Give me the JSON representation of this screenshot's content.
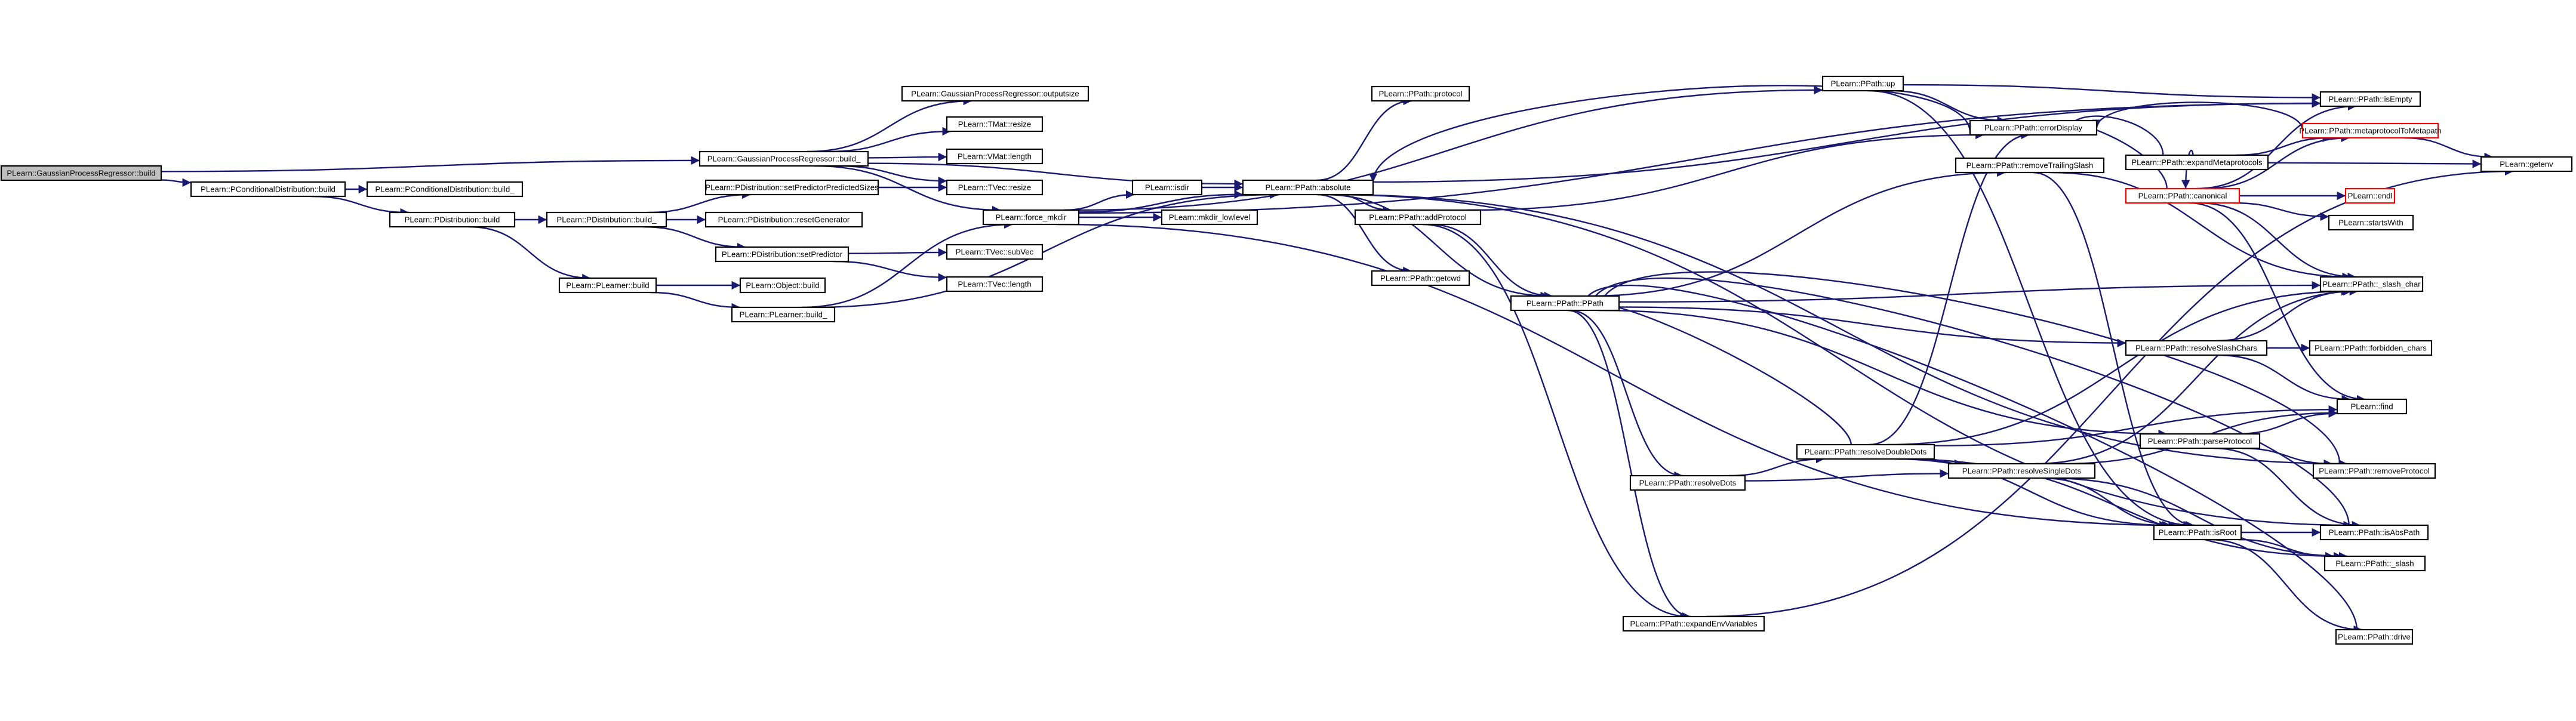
{
  "diagram": {
    "nodes": [
      {
        "id": "n0",
        "label": "PLearn::GaussianProcessRegressor::build",
        "root": true
      },
      {
        "id": "n1",
        "label": "PLearn::GaussianProcessRegressor::build_"
      },
      {
        "id": "n2",
        "label": "PLearn::PConditionalDistribution::build"
      },
      {
        "id": "n3",
        "label": "PLearn::PConditionalDistribution::build_"
      },
      {
        "id": "n4",
        "label": "PLearn::PDistribution::build"
      },
      {
        "id": "n5",
        "label": "PLearn::PDistribution::build_"
      },
      {
        "id": "n6",
        "label": "PLearn::PLearner::build"
      },
      {
        "id": "n7",
        "label": "PLearn::Object::build"
      },
      {
        "id": "n8",
        "label": "PLearn::PLearner::build_"
      },
      {
        "id": "n9",
        "label": "PLearn::GaussianProcessRegressor::outputsize"
      },
      {
        "id": "n10",
        "label": "PLearn::TMat::resize"
      },
      {
        "id": "n11",
        "label": "PLearn::VMat::length"
      },
      {
        "id": "n12",
        "label": "PLearn::TVec::resize"
      },
      {
        "id": "n13",
        "label": "PLearn::PDistribution::setPredictorPredictedSizes"
      },
      {
        "id": "n14",
        "label": "PLearn::PDistribution::resetGenerator"
      },
      {
        "id": "n15",
        "label": "PLearn::PDistribution::setPredictor"
      },
      {
        "id": "n16",
        "label": "PLearn::force_mkdir"
      },
      {
        "id": "n17",
        "label": "PLearn::TVec::subVec"
      },
      {
        "id": "n18",
        "label": "PLearn::TVec::length"
      },
      {
        "id": "n19",
        "label": "PLearn::isdir"
      },
      {
        "id": "n20",
        "label": "PLearn::mkdir_lowlevel"
      },
      {
        "id": "n21",
        "label": "PLearn::PPath::absolute"
      },
      {
        "id": "n22",
        "label": "PLearn::PPath::protocol"
      },
      {
        "id": "n23",
        "label": "PLearn::PPath::addProtocol"
      },
      {
        "id": "n24",
        "label": "PLearn::PPath::getcwd"
      },
      {
        "id": "n25",
        "label": "PLearn::PPath::PPath"
      },
      {
        "id": "n26",
        "label": "PLearn::PPath::resolveDots"
      },
      {
        "id": "n27",
        "label": "PLearn::PPath::resolveDoubleDots"
      },
      {
        "id": "n28",
        "label": "PLearn::PPath::expandEnvVariables"
      },
      {
        "id": "n29",
        "label": "PLearn::PPath::up"
      },
      {
        "id": "n30",
        "label": "PLearn::PPath::errorDisplay"
      },
      {
        "id": "n31",
        "label": "PLearn::PPath::removeTrailingSlash"
      },
      {
        "id": "n32",
        "label": "PLearn::PPath::resolveSingleDots"
      },
      {
        "id": "n33",
        "label": "PLearn::PPath::expandMetaprotocols"
      },
      {
        "id": "n34",
        "label": "PLearn::PPath::canonical",
        "red": true
      },
      {
        "id": "n35",
        "label": "PLearn::PPath::resolveSlashChars"
      },
      {
        "id": "n36",
        "label": "PLearn::PPath::parseProtocol"
      },
      {
        "id": "n37",
        "label": "PLearn::PPath::isRoot"
      },
      {
        "id": "n38",
        "label": "PLearn::PPath::isEmpty"
      },
      {
        "id": "n39",
        "label": "PLearn::PPath::metaprotocolToMetapath",
        "red": true
      },
      {
        "id": "n40",
        "label": "PLearn::endl",
        "red": true
      },
      {
        "id": "n41",
        "label": "PLearn::startsWith"
      },
      {
        "id": "n42",
        "label": "PLearn::PPath::_slash_char"
      },
      {
        "id": "n43",
        "label": "PLearn::PPath::forbidden_chars"
      },
      {
        "id": "n44",
        "label": "PLearn::find"
      },
      {
        "id": "n45",
        "label": "PLearn::PPath::removeProtocol"
      },
      {
        "id": "n46",
        "label": "PLearn::PPath::isAbsPath"
      },
      {
        "id": "n47",
        "label": "PLearn::PPath::_slash"
      },
      {
        "id": "n48",
        "label": "PLearn::PPath::drive"
      },
      {
        "id": "n49",
        "label": "PLearn::getenv"
      }
    ]
  }
}
